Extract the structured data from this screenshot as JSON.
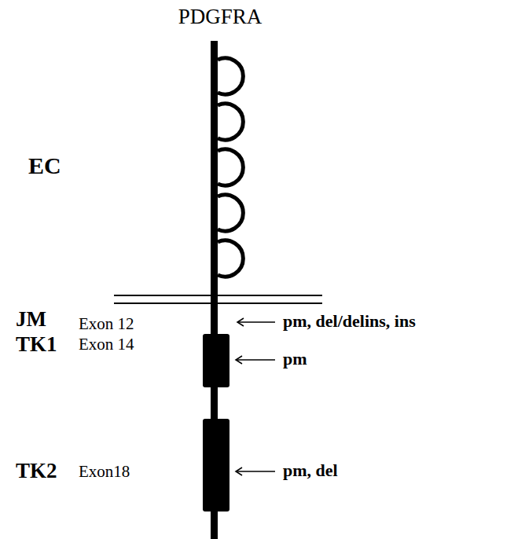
{
  "diagram": {
    "title": "PDGFRA",
    "labels": [
      "EC",
      "JM",
      "Exon 12",
      "pm, del/delins, ins",
      "TK1",
      "Exon 14",
      "pm",
      "TK2",
      "Exon18",
      "pm, del"
    ]
  }
}
